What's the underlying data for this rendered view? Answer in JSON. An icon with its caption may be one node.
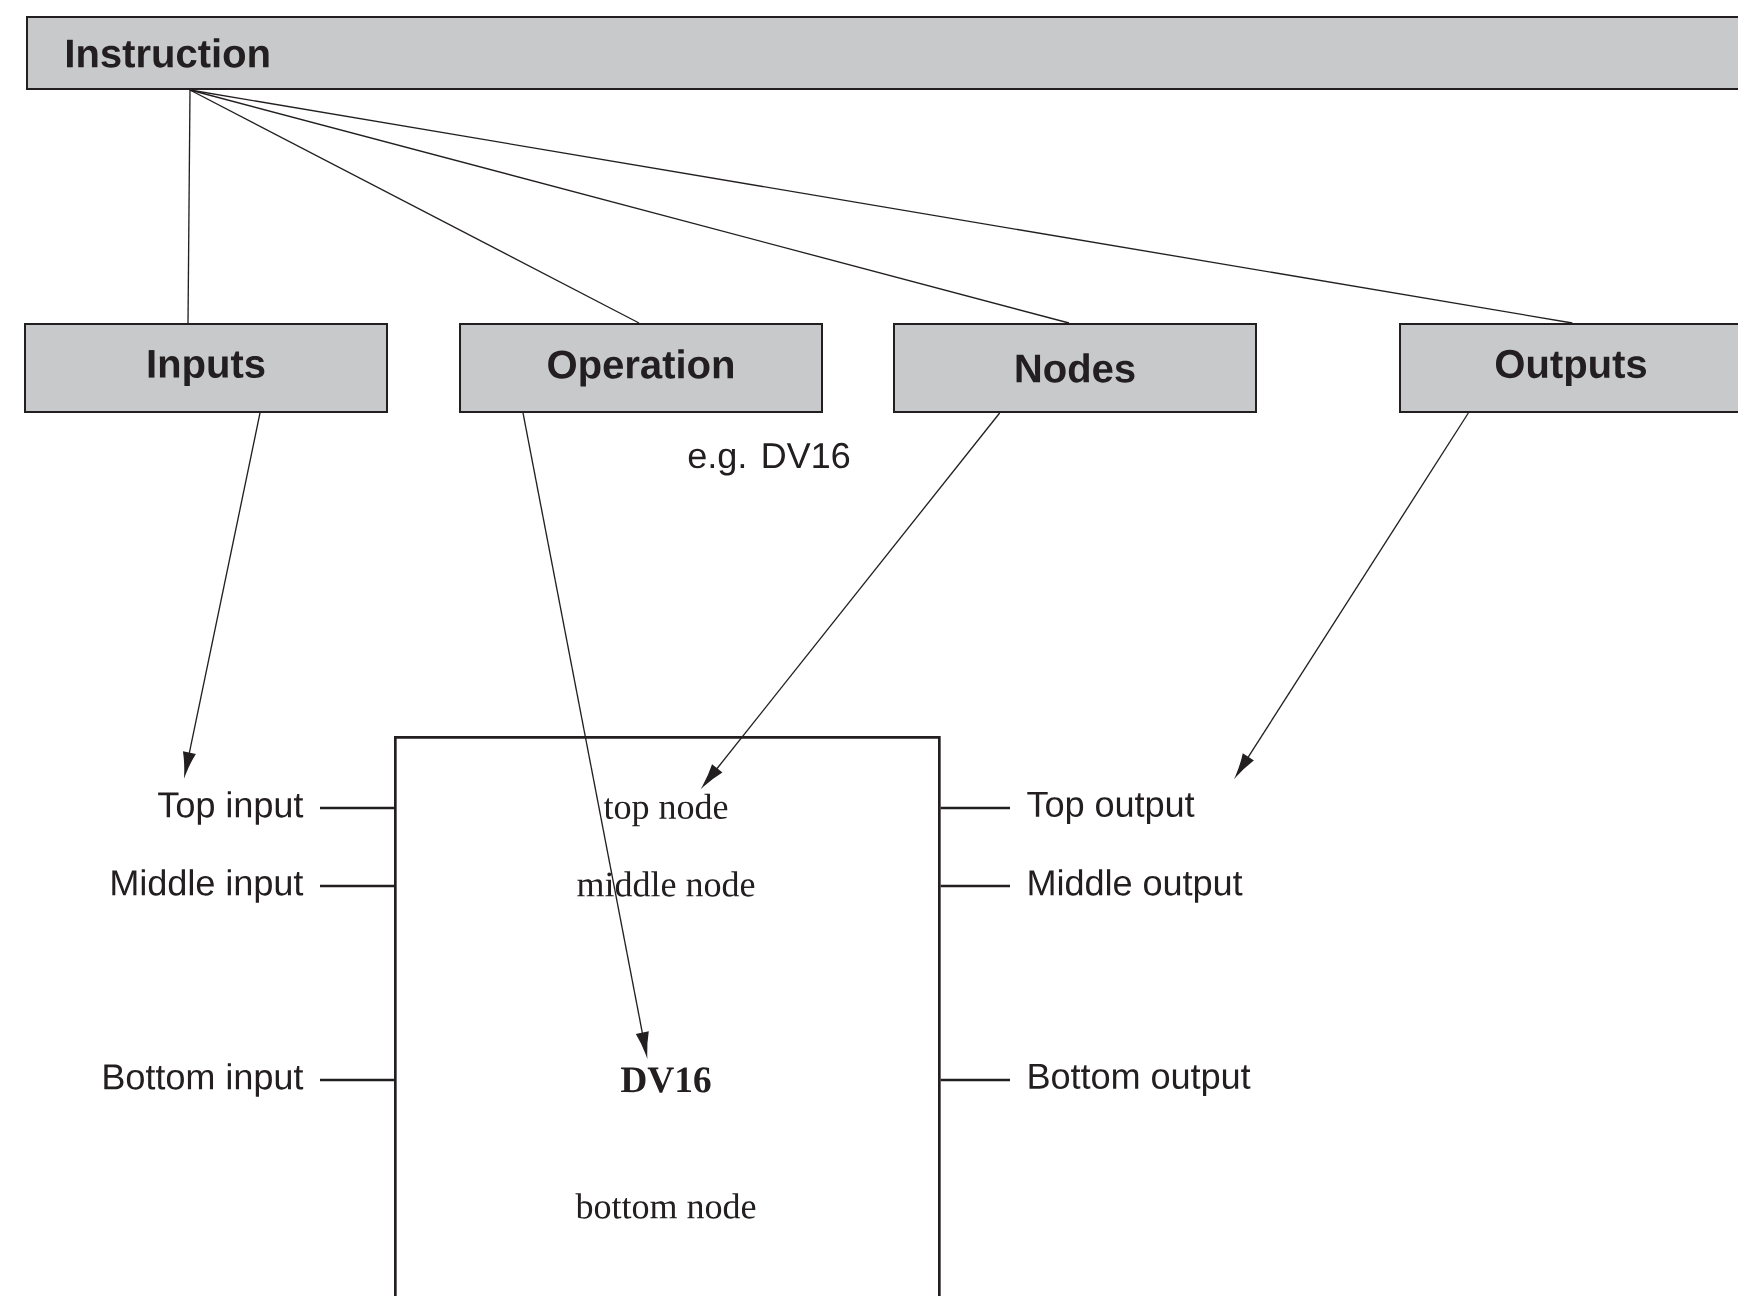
{
  "diagram": {
    "nodes": [
      {
        "text": [
          "Instruction"
        ]
      },
      {
        "text": [
          "Inputs"
        ]
      },
      {
        "text": [
          "Operation"
        ],
        "beside": [
          "e.g. DV16"
        ]
      },
      {
        "text": [
          "Nodes"
        ]
      },
      {
        "text": [
          "Outputs"
        ]
      },
      {
        "text": [],
        "shape": "box"
      },
      {
        "text": [
          "Top input"
        ]
      },
      {
        "text": [
          "Middle input"
        ]
      },
      {
        "text": [
          "Bottom input"
        ]
      },
      {
        "text": [
          "top node"
        ],
        "in": 5
      },
      {
        "text": [
          "middle node"
        ],
        "in": 5
      },
      {
        "text": [
          "DV16"
        ],
        "in": 5
      },
      {
        "text": [
          "bottom node"
        ],
        "in": 5
      },
      {
        "text": [
          "Top output"
        ]
      },
      {
        "text": [
          "Middle output"
        ]
      },
      {
        "text": [
          "Bottom output"
        ]
      }
    ],
    "edges": [
      {
        "from": 0,
        "to": 1,
        "arrow": "none"
      },
      {
        "from": 0,
        "to": 2,
        "arrow": "none"
      },
      {
        "from": 0,
        "to": 3,
        "arrow": "none"
      },
      {
        "from": 0,
        "to": 4,
        "arrow": "none"
      },
      {
        "from": 1,
        "to": 6,
        "arrow": "to"
      },
      {
        "from": 2,
        "to": 11,
        "arrow": "to"
      },
      {
        "from": 3,
        "to": 9,
        "arrow": "to"
      },
      {
        "from": 4,
        "to": 13,
        "arrow": "to"
      },
      {
        "from": 6,
        "to": 5,
        "arrow": "none"
      },
      {
        "from": 7,
        "to": 5,
        "arrow": "none"
      },
      {
        "from": 8,
        "to": 5,
        "arrow": "none"
      },
      {
        "from": 5,
        "to": 13,
        "arrow": "none"
      },
      {
        "from": 5,
        "to": 14,
        "arrow": "none"
      },
      {
        "from": 5,
        "to": 15,
        "arrow": "none"
      }
    ]
  }
}
